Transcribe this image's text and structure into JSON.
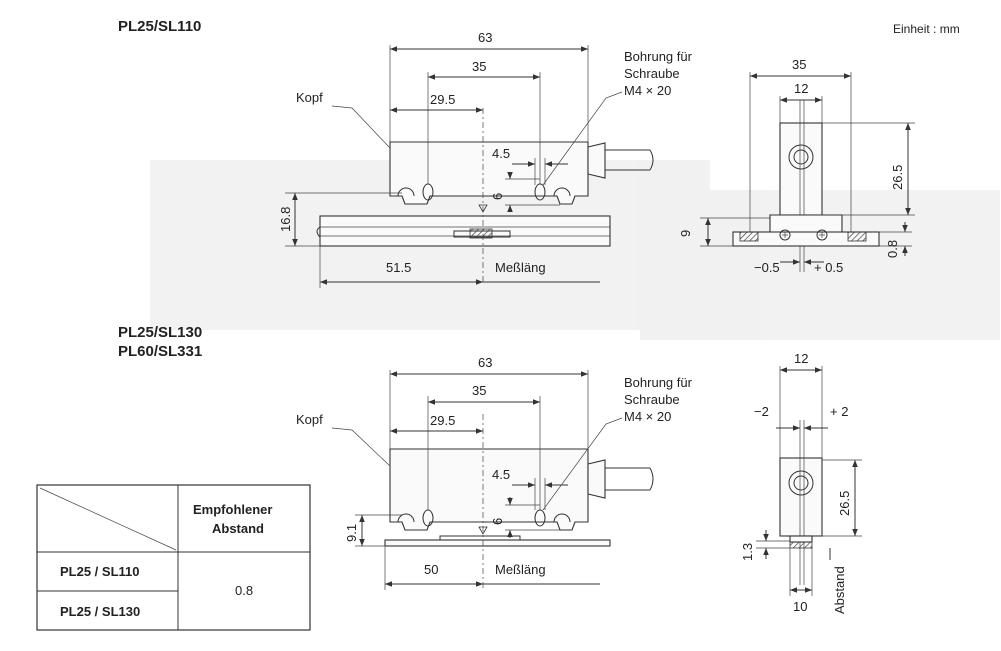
{
  "unit": "Einheit : mm",
  "drawing1": {
    "title": "PL25/SL110",
    "kopf": "Kopf",
    "bohrung1": "Bohrung für",
    "bohrung2": "Schraube",
    "bohrung3": "M4 × 20",
    "d63": "63",
    "d35": "35",
    "d295": "29.5",
    "d45": "4.5",
    "d6": "6",
    "d168": "16.8",
    "d515": "51.5",
    "messlaeng": "Meßläng",
    "side_d35": "35",
    "side_d12": "12",
    "side_d265": "26.5",
    "side_d9": "9",
    "side_d08": "0.8",
    "side_m05": "−0.5",
    "side_p05": "+ 0.5"
  },
  "drawing2": {
    "title_a": "PL25/SL130",
    "title_b": "PL60/SL331",
    "kopf": "Kopf",
    "bohrung1": "Bohrung für",
    "bohrung2": "Schraube",
    "bohrung3": "M4 × 20",
    "d63": "63",
    "d35": "35",
    "d295": "29.5",
    "d45": "4.5",
    "d6": "6",
    "d91": "9.1",
    "d50": "50",
    "messlaeng": "Meßläng",
    "side_d12": "12",
    "side_m2": "−2",
    "side_p2": "+ 2",
    "side_d265": "26.5",
    "side_d13": "1.3",
    "side_d10": "10",
    "side_abstand": "Abstand"
  },
  "table": {
    "header1": "Empfohlener",
    "header2": "Abstand",
    "row1": "PL25 / SL110",
    "row2": "PL25 / SL130",
    "value": "0.8"
  }
}
